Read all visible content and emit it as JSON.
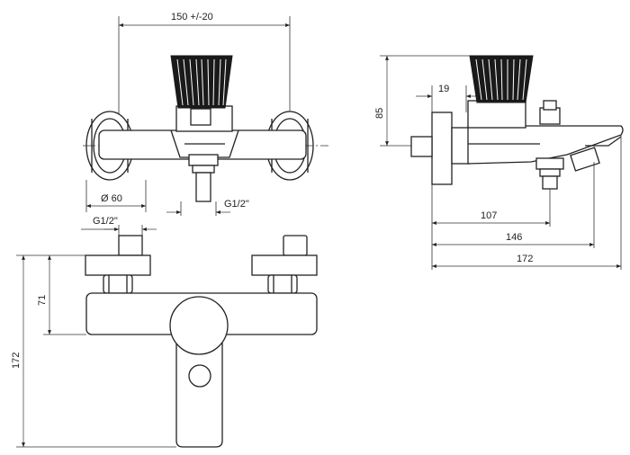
{
  "dimensions": {
    "width_top": "150 +/-20",
    "diameter": "Ø 60",
    "thread_outlet": "G1/2\"",
    "thread_inlet": "G1/2\"",
    "height_handle": "85",
    "spacing": "19",
    "depth_1": "107",
    "depth_2": "146",
    "depth_total": "172",
    "front_height_body": "71",
    "front_height_total": "172"
  },
  "colors": {
    "line": "#222222",
    "handle": "#1a1a1a",
    "background": "#ffffff"
  }
}
